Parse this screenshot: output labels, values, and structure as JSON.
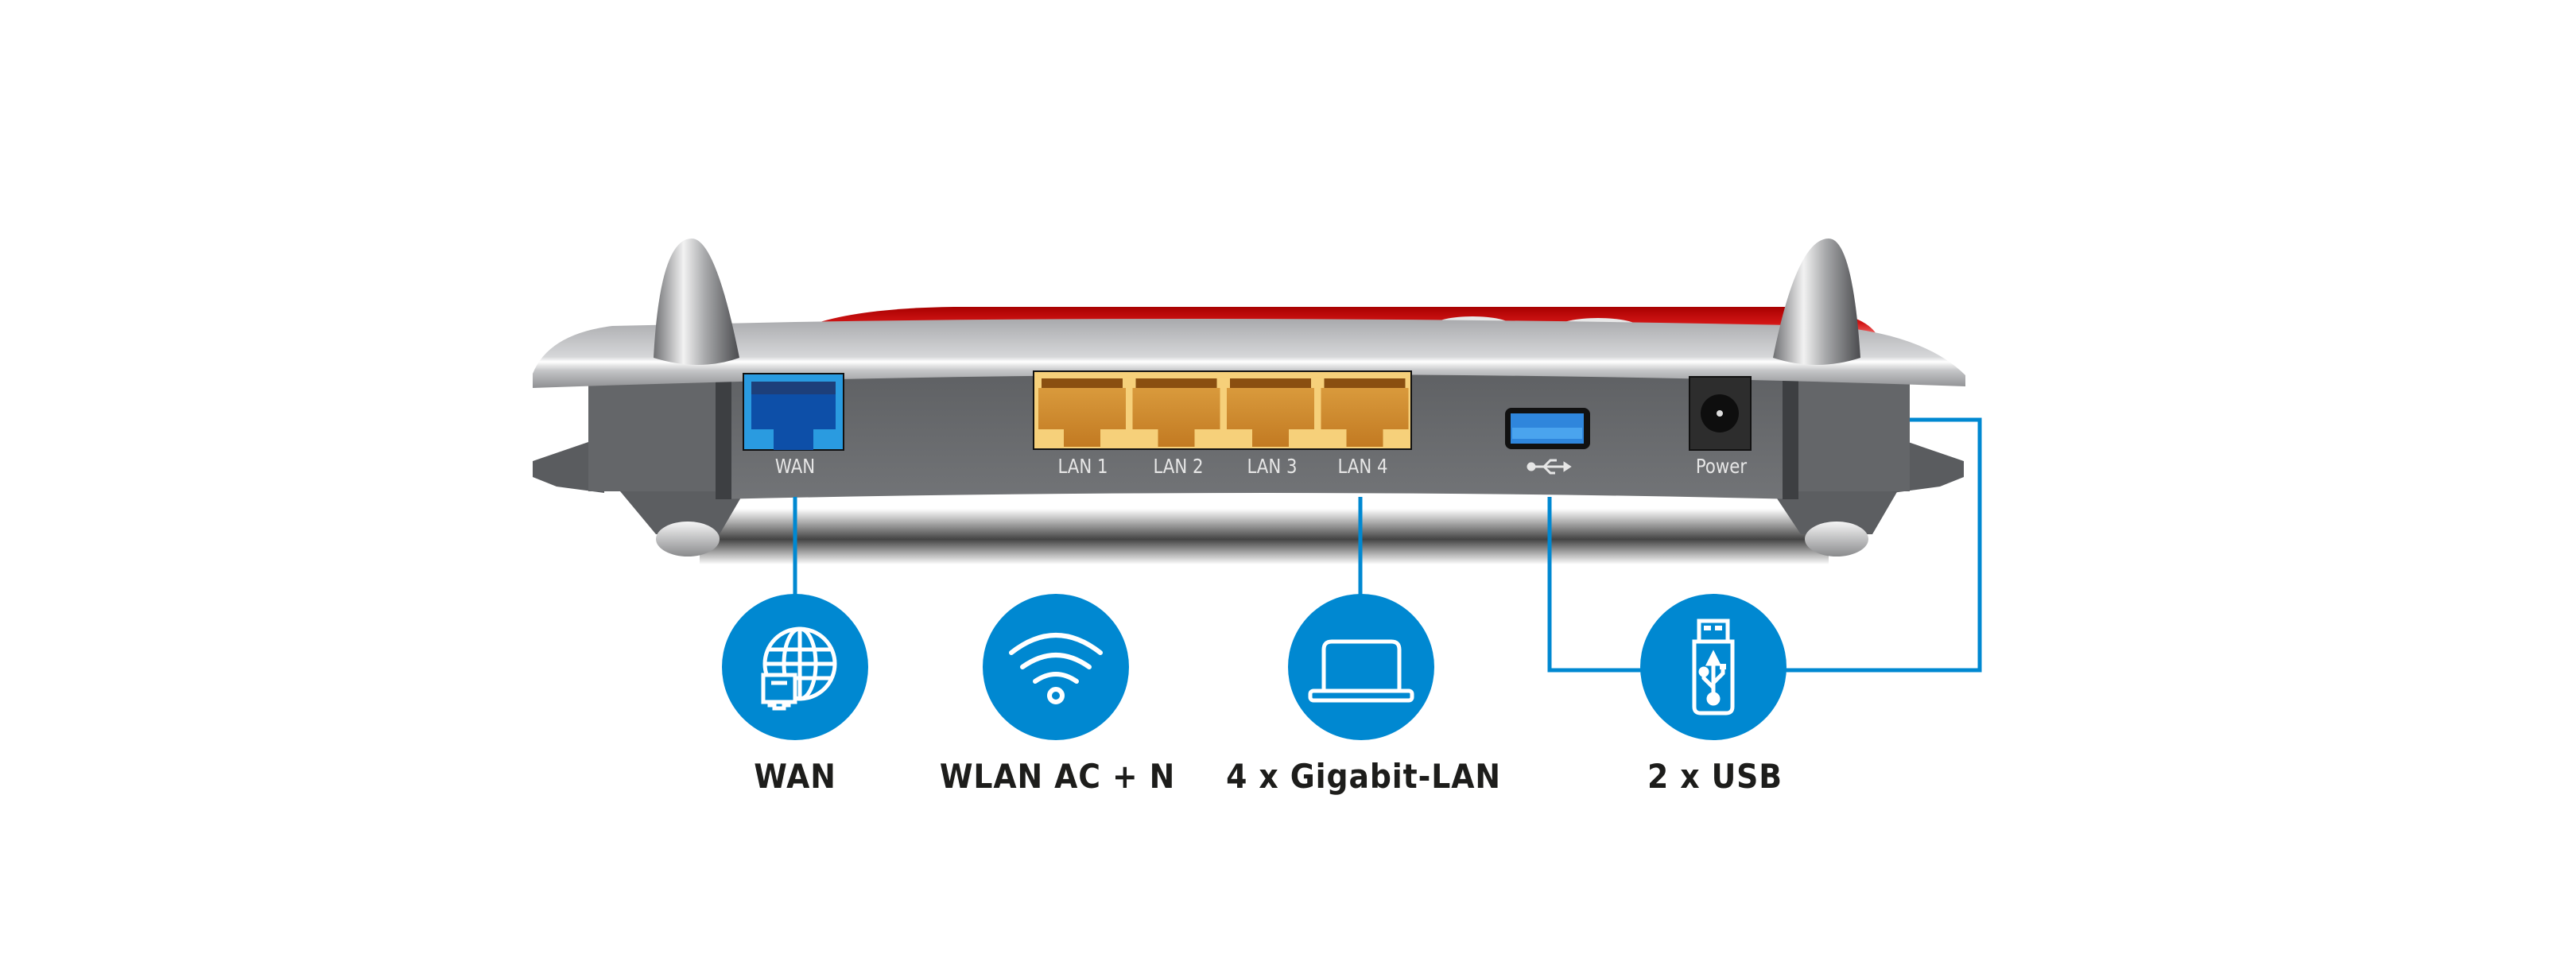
{
  "router": {
    "port_labels": {
      "wan": "WAN",
      "lan": [
        "LAN 1",
        "LAN 2",
        "LAN 3",
        "LAN 4"
      ],
      "usb_symbol": "usb-symbol-icon",
      "power": "Power"
    },
    "colors": {
      "body": "#6b6d70",
      "top_plate": "#c7c8ca",
      "accent_red": "#c00000",
      "wan_port": "#2a96da",
      "lan_ports": "#f5c96a",
      "usb_port": "#2a7fd4",
      "power_port": "#2b2b2b"
    }
  },
  "features": [
    {
      "id": "wan",
      "icon": "globe-network-icon",
      "label": "WAN"
    },
    {
      "id": "wlan",
      "icon": "wifi-icon",
      "label": "WLAN AC + N"
    },
    {
      "id": "lan",
      "icon": "laptop-icon",
      "label": "4 x Gigabit-LAN"
    },
    {
      "id": "usb",
      "icon": "usb-stick-icon",
      "label": "2 x USB"
    }
  ],
  "colors": {
    "feature_circle": "#0088d1",
    "connector_line": "#0088d1",
    "label_text": "#1d1d1b"
  }
}
